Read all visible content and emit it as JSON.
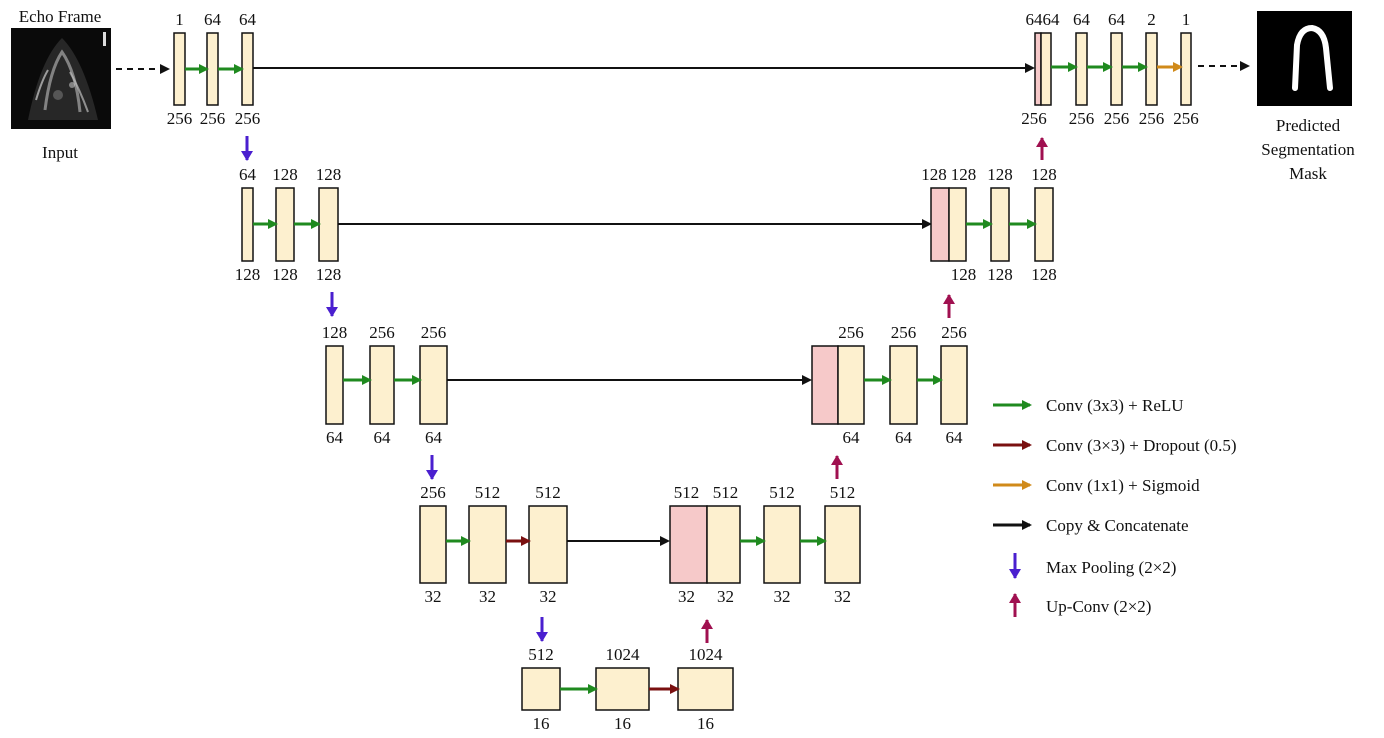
{
  "input": {
    "title": "Echo Frame",
    "caption": "Input"
  },
  "output": {
    "caption_lines": [
      "Predicted",
      "Segmentation",
      "Mask"
    ]
  },
  "colors": {
    "block": "#fdf0cf",
    "concat_block": "#f6c9c9",
    "conv_relu": "#1f8a1f",
    "conv_dropout": "#7a1010",
    "conv_sigmoid": "#d08a1a",
    "copy": "#111111",
    "max_pool": "#4a1fcf",
    "up_conv": "#a01050"
  },
  "blocks": [
    {
      "id": "b1_1",
      "type": "normal",
      "top": "1",
      "bottom": "256"
    },
    {
      "id": "b1_2",
      "type": "normal",
      "top": "64",
      "bottom": "256"
    },
    {
      "id": "b1_3",
      "type": "normal",
      "top": "64",
      "bottom": "256"
    },
    {
      "id": "b2_1",
      "type": "normal",
      "top": "64",
      "bottom": "128"
    },
    {
      "id": "b2_2",
      "type": "normal",
      "top": "128",
      "bottom": "128"
    },
    {
      "id": "b2_3",
      "type": "normal",
      "top": "128",
      "bottom": "128"
    },
    {
      "id": "b3_1",
      "type": "normal",
      "top": "128",
      "bottom": "64"
    },
    {
      "id": "b3_2",
      "type": "normal",
      "top": "256",
      "bottom": "64"
    },
    {
      "id": "b3_3",
      "type": "normal",
      "top": "256",
      "bottom": "64"
    },
    {
      "id": "b4_1",
      "type": "normal",
      "top": "256",
      "bottom": "32"
    },
    {
      "id": "b4_2",
      "type": "normal",
      "top": "512",
      "bottom": "32"
    },
    {
      "id": "b4_3",
      "type": "normal",
      "top": "512",
      "bottom": "32"
    },
    {
      "id": "b5_1",
      "type": "normal",
      "top": "512",
      "bottom": "16"
    },
    {
      "id": "b5_2",
      "type": "normal",
      "top": "1024",
      "bottom": "16"
    },
    {
      "id": "b5_3",
      "type": "normal",
      "top": "1024",
      "bottom": "16"
    },
    {
      "id": "d4_c",
      "type": "concat",
      "top": "512",
      "bottom": "32"
    },
    {
      "id": "d4_n",
      "type": "normal",
      "top": "512",
      "bottom": "32"
    },
    {
      "id": "d4_2",
      "type": "normal",
      "top": "512",
      "bottom": "32"
    },
    {
      "id": "d4_3",
      "type": "normal",
      "top": "512",
      "bottom": "32"
    },
    {
      "id": "d3_c",
      "type": "concat",
      "top": "",
      "bottom": ""
    },
    {
      "id": "d3_n",
      "type": "normal",
      "top": "256",
      "bottom": "64"
    },
    {
      "id": "d3_2",
      "type": "normal",
      "top": "256",
      "bottom": "64"
    },
    {
      "id": "d3_3",
      "type": "normal",
      "top": "256",
      "bottom": "64"
    },
    {
      "id": "d2_c",
      "type": "concat",
      "top": "128",
      "bottom": ""
    },
    {
      "id": "d2_n",
      "type": "normal",
      "top": "128",
      "bottom": "128"
    },
    {
      "id": "d2_2",
      "type": "normal",
      "top": "128",
      "bottom": "128"
    },
    {
      "id": "d2_3",
      "type": "normal",
      "top": "128",
      "bottom": "128"
    },
    {
      "id": "d1_c",
      "type": "concat",
      "top": "64",
      "bottom": "256"
    },
    {
      "id": "d1_n",
      "type": "normal",
      "top": "64",
      "bottom": ""
    },
    {
      "id": "d1_2",
      "type": "normal",
      "top": "64",
      "bottom": "256"
    },
    {
      "id": "d1_3",
      "type": "normal",
      "top": "64",
      "bottom": "256"
    },
    {
      "id": "d1_4",
      "type": "normal",
      "top": "2",
      "bottom": "256"
    },
    {
      "id": "d1_5",
      "type": "normal",
      "top": "1",
      "bottom": "256"
    }
  ],
  "legend": [
    {
      "key": "conv_relu",
      "label": "Conv (3x3) + ReLU"
    },
    {
      "key": "conv_dropout",
      "label": "Conv (3×3) + Dropout (0.5)"
    },
    {
      "key": "conv_sigmoid",
      "label": "Conv (1x1) + Sigmoid"
    },
    {
      "key": "copy",
      "label": "Copy & Concatenate"
    },
    {
      "key": "max_pool",
      "label": "Max Pooling (2×2)"
    },
    {
      "key": "up_conv",
      "label": "Up-Conv (2×2)"
    }
  ]
}
